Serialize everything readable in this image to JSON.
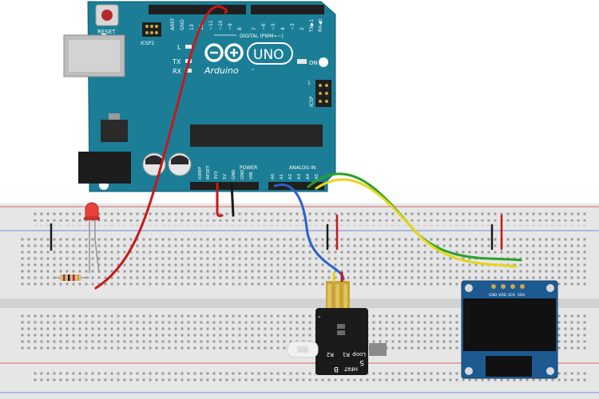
{
  "arduino": {
    "reset_label": "RESET",
    "icsp2_label": "ICSP2",
    "icsp_label": "ICSP",
    "digital_label": "DIGITAL (PWM=~)",
    "aref_label": "AREF",
    "gnd_label": "GND",
    "pin_13": "13",
    "pin_12": "12",
    "pin_11": "~11",
    "pin_10": "~10",
    "pin_9": "~9",
    "pin_8": "8",
    "pin_7": "7",
    "pin_6": "~6",
    "pin_5": "~5",
    "pin_4": "4",
    "pin_3": "~3",
    "pin_2": "2",
    "tx1_label": "TX▶1",
    "rx0_label": "RX◀0",
    "l_label": "L",
    "tx_label": "TX",
    "rx_label": "RX",
    "uno_label": "UNO",
    "brand_label": "Arduino",
    "on_label": "ON",
    "ioref_label": "IOREF",
    "reset_pin_label": "RESET",
    "v33_label": "3V3",
    "v5_label": "5V",
    "gnd1_label": "GND",
    "gnd2_label": "GND",
    "vin_label": "VIN",
    "power_label": "POWER",
    "analog_label": "ANALOG IN",
    "a0": "A0",
    "a1": "A1",
    "a2": "A2",
    "a3": "A3",
    "a4": "A4",
    "a5": "A5",
    "icsp_one": "1"
  },
  "oled": {
    "pin_gnd": "GND",
    "pin_vdd": "VDD",
    "pin_sck": "SCK",
    "pin_sda": "SDA"
  },
  "sensor": {
    "pin_minus": "-",
    "label_s": "S",
    "label_loop": "Loop",
    "label_r1": "R1",
    "label_r2": "R2",
    "label_b": "B",
    "label_hfat": "HFAT"
  },
  "colors": {
    "board": "#1b7e96",
    "breadboard": "#e5e5e5",
    "wire_red": "#c41a1a",
    "wire_black": "#1a1a1a",
    "wire_blue": "#2a62c9",
    "wire_green": "#2ca02c",
    "wire_yellow": "#e6d51a",
    "led_red": "#e8423a"
  }
}
